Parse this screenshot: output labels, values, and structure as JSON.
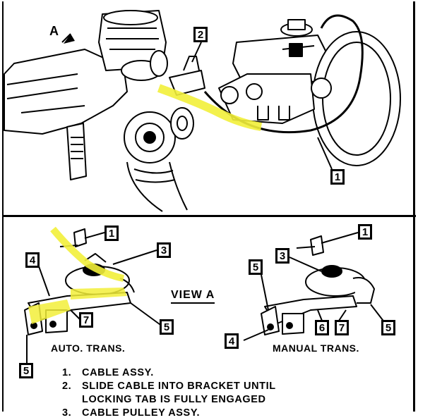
{
  "diagram": {
    "view_label": "VIEW A",
    "view_marker": "A",
    "captions": {
      "auto": "AUTO. TRANS.",
      "manual": "MANUAL TRANS."
    },
    "callouts": {
      "top_2": "2",
      "top_1": "1",
      "auto_1": "1",
      "auto_3": "3",
      "auto_4": "4",
      "auto_7": "7",
      "auto_5a": "5",
      "auto_5b": "5",
      "man_1": "1",
      "man_3": "3",
      "man_5a": "5",
      "man_4": "4",
      "man_6": "6",
      "man_7": "7",
      "man_5b": "5"
    },
    "notes": [
      {
        "num": "1.",
        "text": "CABLE ASSY."
      },
      {
        "num": "2.",
        "text": "SLIDE CABLE INTO BRACKET UNTIL"
      },
      {
        "num": "",
        "text": "LOCKING TAB IS FULLY ENGAGED"
      },
      {
        "num": "3.",
        "text": "CABLE PULLEY ASSY."
      }
    ],
    "colors": {
      "highlight": "#f2ef3a",
      "ink": "#000000"
    }
  }
}
